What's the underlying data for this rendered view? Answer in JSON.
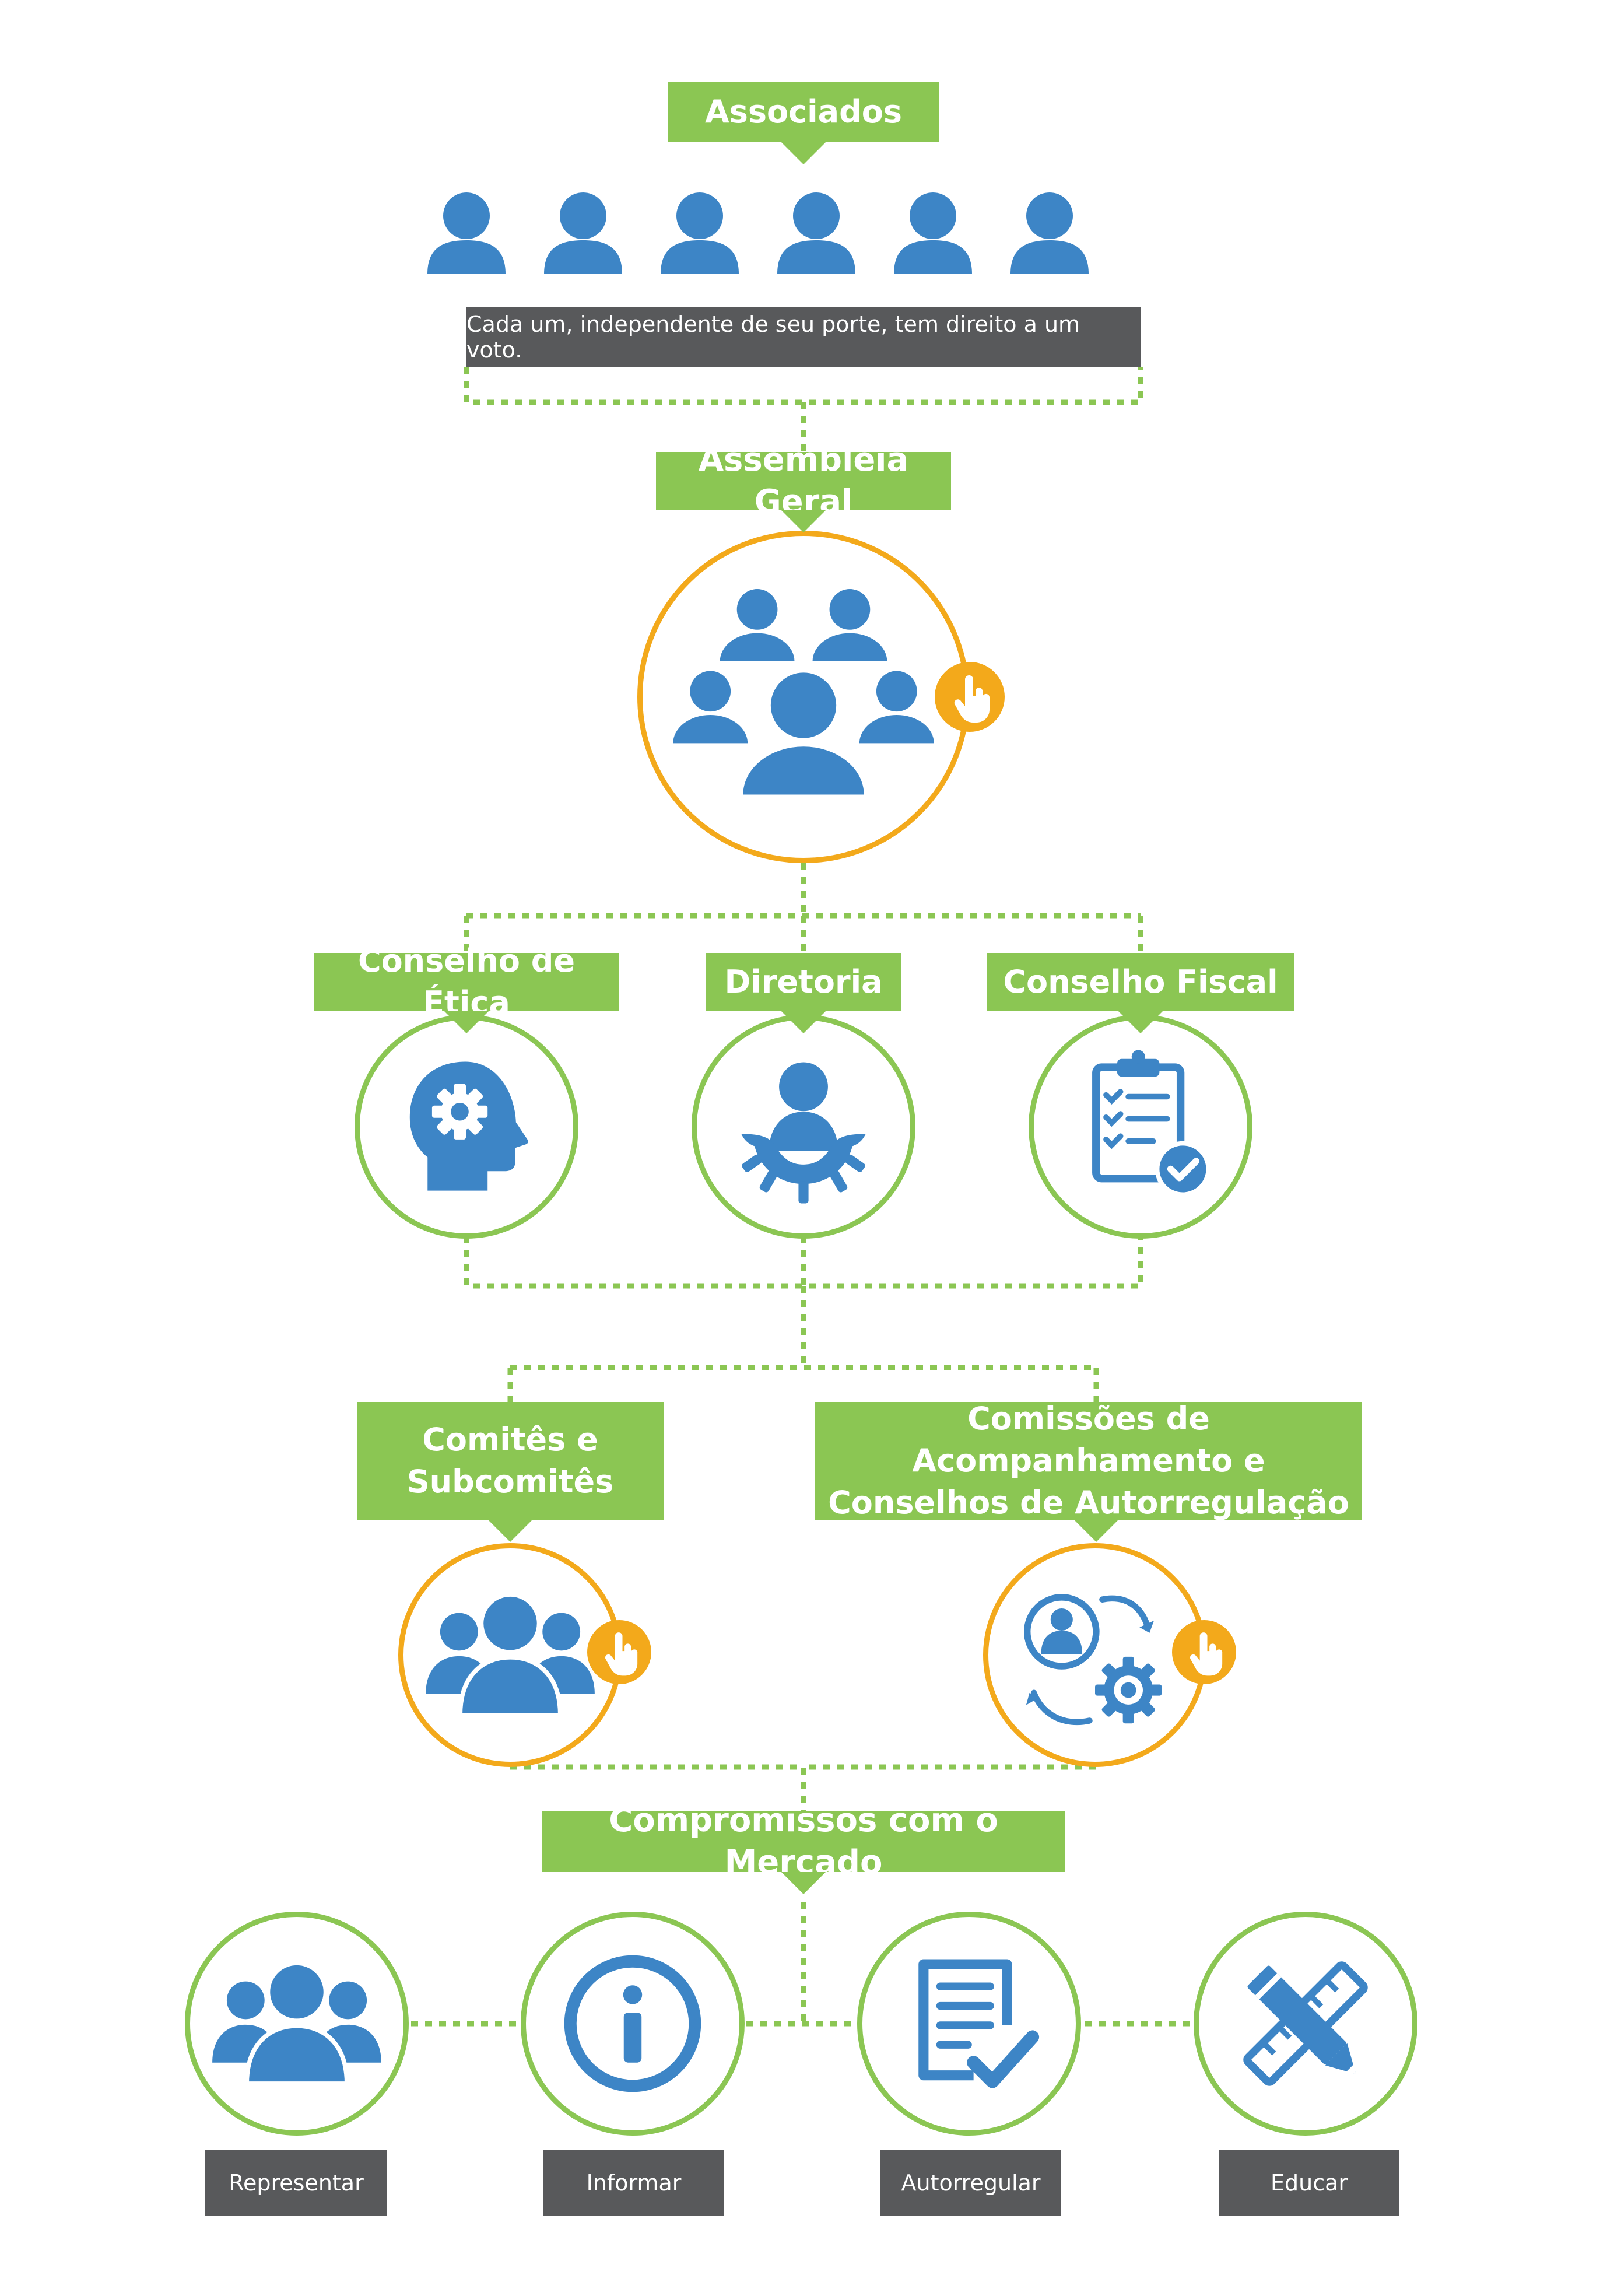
{
  "top": {
    "title": "Associados",
    "note": "Cada um, independente de seu porte, tem direito a um voto."
  },
  "assembly": {
    "title": "Assembleia Geral"
  },
  "councils": [
    {
      "label": "Conselho de Ética",
      "icon": "head-gear-icon"
    },
    {
      "label": "Diretoria",
      "icon": "person-at-table-icon"
    },
    {
      "label": "Conselho Fiscal",
      "icon": "clipboard-check-icon"
    }
  ],
  "committees": [
    {
      "label": "Comitês e Subcomitês",
      "icon": "group-icon"
    },
    {
      "label": "Comissões de Acompanhamento e Conselhos de Autorregulação",
      "icon": "person-cycle-gear-icon"
    }
  ],
  "commitments": {
    "title": "Compromissos com o Mercado",
    "items": [
      {
        "label": "Representar",
        "icon": "group-icon"
      },
      {
        "label": "Informar",
        "icon": "info-icon"
      },
      {
        "label": "Autorregular",
        "icon": "document-check-icon"
      },
      {
        "label": "Educar",
        "icon": "pencil-ruler-icon"
      }
    ]
  },
  "colors": {
    "green": "#8bc653",
    "orange": "#f3a91b",
    "blue": "#3d85c6",
    "gray": "#58595b"
  }
}
